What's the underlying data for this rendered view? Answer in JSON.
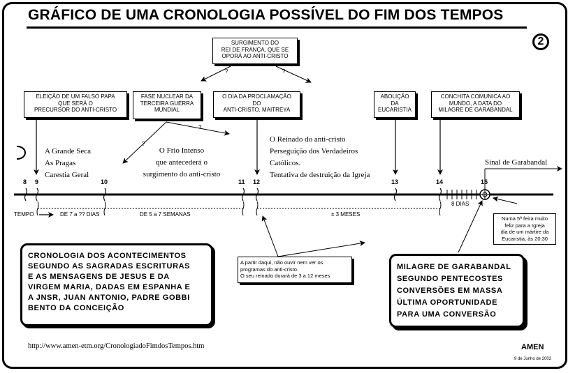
{
  "title": "GRÁFICO DE UMA CRONOLOGIA POSSÍVEL DO FIM DOS TEMPOS",
  "page_number": "2",
  "top_box": {
    "lines": [
      "SURGIMENTO DO",
      "REI DE FRANÇA, QUE SE",
      "OPORÁ AO ANTI-CRISTO"
    ]
  },
  "question_marks": [
    "?",
    "?",
    "?",
    "?"
  ],
  "event_boxes": [
    {
      "lines": [
        "ELEIÇÃO DE UM FALSO PAPA",
        "QUE SERÁ O",
        "PRECURSOR DO ANTI-CRISTO"
      ]
    },
    {
      "lines": [
        "FASE NUCLEAR DA",
        "TERCEIRA GUERRA",
        "MUNDIAL"
      ]
    },
    {
      "lines": [
        "O DIA DA PROCLAMAÇÃO",
        "DO",
        "ANTI-CRISTO, MAITREYA"
      ]
    },
    {
      "lines": [
        "ABOLIÇÃO",
        "DA",
        "EUCARISTIA"
      ]
    },
    {
      "lines": [
        "CONCHITA COMUNICA AO",
        "MUNDO, A DATA DO",
        "MILAGRE DE GARABANDAL"
      ]
    }
  ],
  "texts": {
    "grande_seca": [
      "A Grande Seca",
      "As Pragas",
      "Carestia Geral"
    ],
    "frio_intenso": [
      "O Frio Intenso",
      "que antecederá o",
      "surgimento do anti-cristo"
    ],
    "reinado": [
      "O Reinado do anti-cristo",
      "Perseguição dos Verdadeiros",
      "Católicos.",
      "Tentativa de destruição da Igreja"
    ],
    "sinal": "Sinal de Garabandal"
  },
  "timeline": {
    "ticks": [
      "8",
      "9",
      "10",
      "11",
      "12",
      "13",
      "14",
      "15"
    ],
    "tempo_label": "TEMPO",
    "span1": "DE 7 a ?? DIAS",
    "span2": "DE 5 a 7 SEMANAS",
    "span3": "± 3 MESES",
    "span4": "8 DIAS"
  },
  "note_quinta": [
    "Numa 5ª feira muito",
    "feliz para a Igreja",
    "dia de um mártire da",
    "Eucaristia, às 20:30"
  ],
  "note_anticristo": [
    "A partir daqui, não ouvir nem ver os",
    "programas do anti-cristo.",
    "O seu reinado durará de 3 a 12 meses"
  ],
  "left_panel": {
    "lines": [
      "CRONOLOGIA DOS ACONTECIMENTOS",
      "SEGUNDO AS SAGRADAS ESCRITURAS",
      "E AS MENSAGENS DE JESUS E DA",
      "VIRGEM MARIA, DADAS EM ESPANHA E",
      "A JNSR, JUAN ANTONIO, PADRE GOBBI",
      "BENTO DA CONCEIÇÃO"
    ]
  },
  "right_panel": {
    "lines": [
      "MILAGRE DE GARABANDAL",
      "SEGUNDO PENTECOSTES",
      "CONVERSÕES EM MASSA",
      "ÚLTIMA OPORTUNIDADE",
      "PARA UMA CONVERSÃO"
    ]
  },
  "footer": {
    "url": "http://www.amen-etm.org/CronologiadoFimdosTempos.htm",
    "brand": "AMEN",
    "date": "9 de Junho de 2002"
  }
}
